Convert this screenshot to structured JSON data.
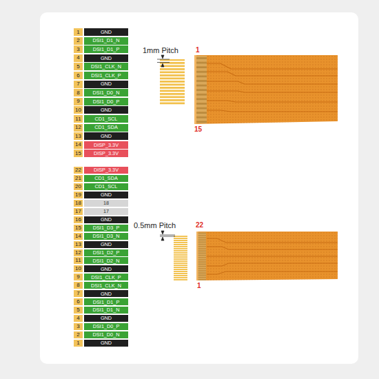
{
  "diagram": {
    "labels": [
      "1",
      "GND",
      "2",
      "DSI1_D1_N",
      "3",
      "DSI1_D1_P",
      "4",
      "GND",
      "5",
      "DSI1_CLK_N",
      "6",
      "DSI1_CLK_P",
      "7",
      "GND",
      "8",
      "DSI1_D0_N",
      "9",
      "DSI1_D0_P",
      "10",
      "GND",
      "11",
      "CD1_SCL",
      "12",
      "CD1_SDA",
      "13",
      "GND",
      "14",
      "DISP_3.3V",
      "15",
      "DISP_3.3V",
      "1mm Pitch",
      "1",
      "15",
      "22",
      "DISP_3.3V",
      "21",
      "CD1_SDA",
      "20",
      "CD1_SCL",
      "19",
      "GND",
      "18",
      "18",
      "17",
      "17",
      "16",
      "GND",
      "15",
      "DSI1_D3_P",
      "14",
      "DSI1_D3_N",
      "13",
      "GND",
      "12",
      "DSI1_D2_P",
      "11",
      "DSI1_D2_N",
      "10",
      "GND",
      "9",
      "DSI1_CLK_P",
      "8",
      "DSI1_CLK_N",
      "7",
      "GND",
      "6",
      "DSI1_D1_P",
      "5",
      "DSI1_D1_N",
      "4",
      "GND",
      "3",
      "DSI1_D0_P",
      "2",
      "DSI1_D0_N",
      "1",
      "GND",
      "0.5mm Pitch",
      "22",
      "1"
    ]
  }
}
